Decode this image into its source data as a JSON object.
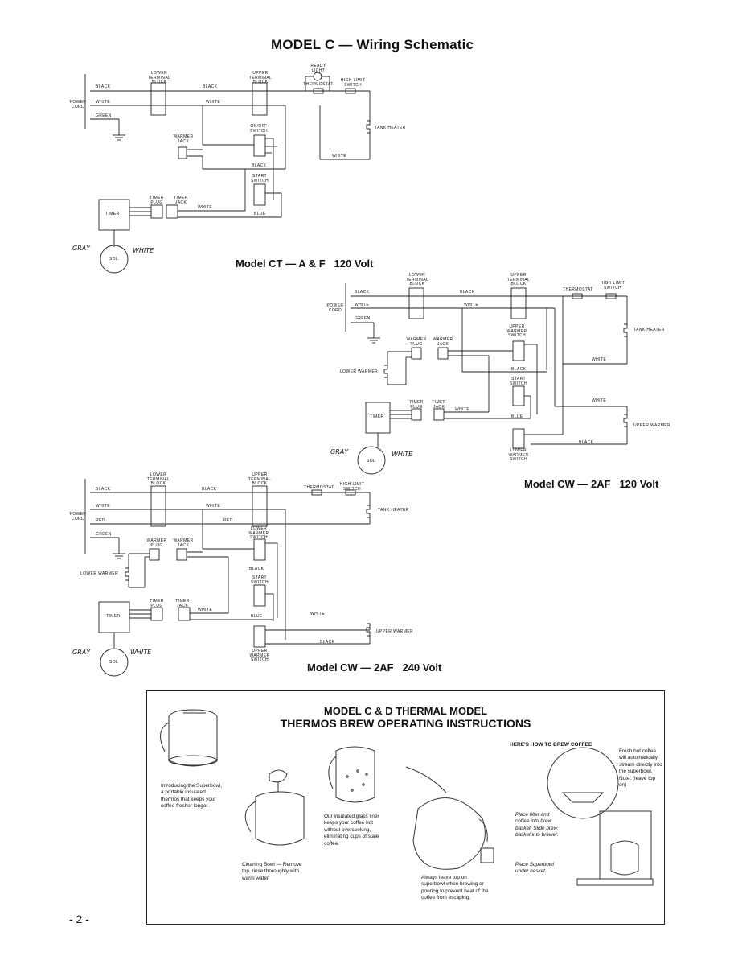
{
  "page_title": "MODEL C — Wiring Schematic",
  "diagrams": {
    "d1": {
      "labels": {
        "lower_block": "LOWER TERMINAL BLOCK",
        "upper_block": "UPPER TERMINAL BLOCK",
        "ready_light": "READY LIGHT",
        "thermostat": "THERMOSTAT",
        "high_limit": "HIGH LIMIT SWITCH",
        "power_cord": "POWER CORD",
        "black": "BLACK",
        "white": "WHITE",
        "green": "GREEN",
        "tank_heater": "TANK HEATER",
        "onoff": "ON/OFF SWITCH",
        "warmer_jack": "WARMER JACK",
        "start": "START SWITCH",
        "timer_plug": "TIMER PLUG",
        "timer_jack": "TIMER JACK",
        "timer": "TIMER",
        "blue": "BLUE",
        "gray": "GRAY",
        "white_hand": "WHITE",
        "sol": "SOL"
      }
    },
    "d2": {
      "model": "Model CT — A & F   120 Volt",
      "labels": {
        "lower_block": "LOWER TERMINAL BLOCK",
        "upper_block": "UPPER TERMINAL BLOCK",
        "thermostat": "THERMOSTAT",
        "high_limit": "HIGH LIMIT SWITCH",
        "power_cord": "POWER CORD",
        "black": "BLACK",
        "white": "WHITE",
        "green": "GREEN",
        "upper_warmer_sw": "UPPER WARMER SWITCH",
        "tank_heater": "TANK HEATER",
        "warmer_plug": "WARMER PLUG",
        "warmer_jack": "WARMER JACK",
        "lower_warmer": "LOWER WARMER",
        "start": "START SWITCH",
        "timer_plug": "TIMER PLUG",
        "timer_jack": "TIMER JACK",
        "timer": "TIMER",
        "blue": "BLUE",
        "upper_warmer": "UPPER WARMER",
        "lower_warmer_sw": "LOWER WARMER SWITCH",
        "gray": "GRAY",
        "white_hand": "WHITE",
        "sol": "SOL"
      }
    },
    "d3": {
      "model": "Model CW — 2AF   120 Volt",
      "labels": {
        "lower_block": "LOWER TERMINAL BLOCK",
        "upper_block": "UPPER TERMINAL BLOCK",
        "thermostat": "THERMOSTAT",
        "high_limit": "HIGH LIMIT SWITCH",
        "power_cord": "POWER CORD",
        "black": "BLACK",
        "white": "WHITE",
        "red": "RED",
        "green": "GREEN",
        "tank_heater": "TANK HEATER",
        "lower_warmer_sw": "LOWER WARMER SWITCH",
        "warmer_plug": "WARMER PLUG",
        "warmer_jack": "WARMER JACK",
        "lower_warmer": "LOWER WARMER",
        "start": "START SWITCH",
        "timer_plug": "TIMER PLUG",
        "timer_jack": "TIMER JACK",
        "timer": "TIMER",
        "blue": "BLUE",
        "upper_warmer": "UPPER WARMER",
        "upper_warmer_sw": "UPPER WARMER SWITCH",
        "gray": "GRAY",
        "white_hand": "WHITE",
        "sol": "SOL"
      }
    },
    "d4_model": "Model CW — 2AF   240 Volt"
  },
  "instructions": {
    "title_line1": "MODEL C & D THERMAL MODEL",
    "title_line2": "THERMOS BREW OPERATING INSTRUCTIONS",
    "howto": "HERE'S HOW TO BREW COFFEE",
    "cap_intro": "Introducing the Superbowl, a portable insulated thermos that keeps your coffee fresher longer.",
    "cap_cleaning": "Cleaning Bowl — Remove top, rinse thoroughly with warm water.",
    "cap_liner": "Our insulated glass liner keeps your coffee hot without overcooking, eliminating cups of stale coffee.",
    "cap_leave_top": "Always leave top on superbowl when brewing or pouring to prevent heat of the coffee from escaping.",
    "cap_fresh": "Fresh hot coffee will automatically stream directly into the superbowl. Note: (leave top on)",
    "cap_filter": "Place filter and coffee into brew basket. Slide brew basket into brewer.",
    "cap_place": "Place Superbowl under basket."
  },
  "page_number": "- 2 -"
}
